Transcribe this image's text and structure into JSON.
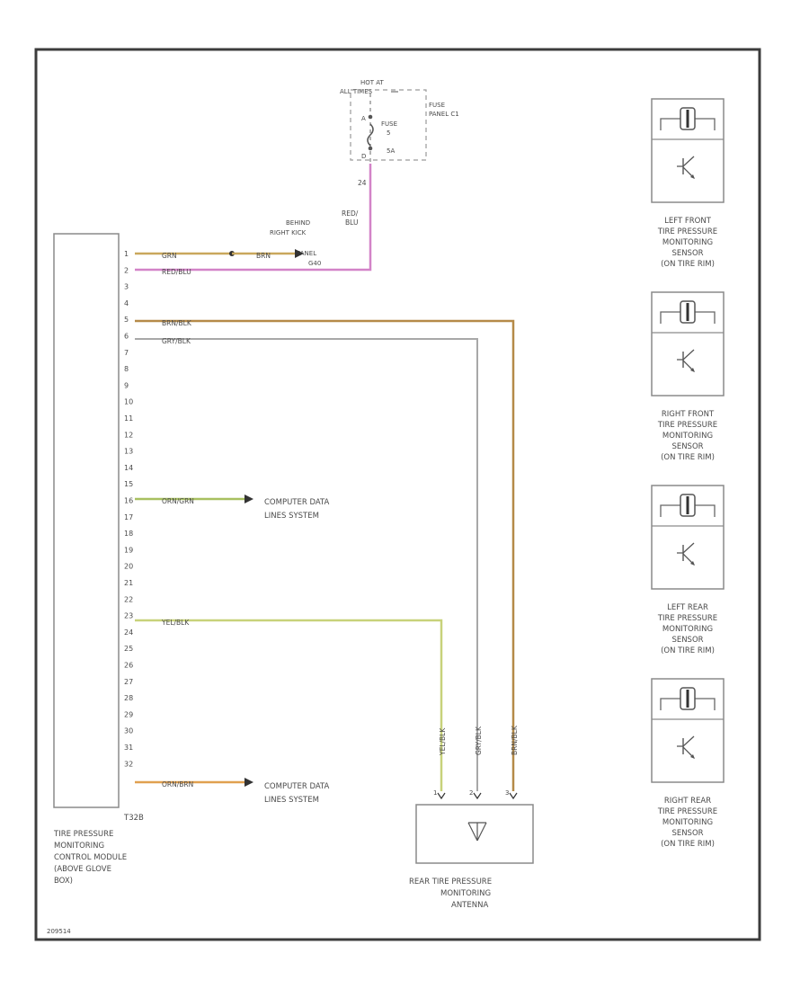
{
  "colors": {
    "frame": "#3c3c3c",
    "box": "#8a8a8a",
    "dashed": "#9a9a9a",
    "wire_grn": "#c9a85c",
    "wire_red_blu": "#d383c8",
    "wire_brn_blk": "#b58a48",
    "wire_gry_blk": "#a8a8a8",
    "wire_orn_grn": "#a8c060",
    "wire_yel_blk": "#c8d27a",
    "wire_orn_brn": "#e0a050"
  },
  "power": {
    "hot_line1": "HOT AT",
    "hot_line2": "ALL TIMES",
    "fuse_panel_line1": "FUSE",
    "fuse_panel_line2": "PANEL C1",
    "fuse_label": "FUSE",
    "fuse_number": "5",
    "fuse_amps": "5A",
    "pin_top": "A",
    "pin_bottom": "D",
    "wire_pin": "24",
    "wire_color_line1": "RED/",
    "wire_color_line2": "BLU"
  },
  "splice": {
    "line1": "BEHIND",
    "line2": "RIGHT KICK",
    "line3": "PANEL",
    "line4": "G40"
  },
  "module": {
    "connector": "T32B",
    "name_line1": "TIRE PRESSURE",
    "name_line2": "MONITORING",
    "name_line3": "CONTROL MODULE",
    "name_line4": "(ABOVE GLOVE",
    "name_line5": "BOX)",
    "pins": [
      "1",
      "2",
      "3",
      "4",
      "5",
      "6",
      "7",
      "8",
      "9",
      "10",
      "11",
      "12",
      "13",
      "14",
      "15",
      "16",
      "17",
      "18",
      "19",
      "20",
      "21",
      "22",
      "23",
      "24",
      "25",
      "26",
      "27",
      "28",
      "29",
      "30",
      "31",
      "32"
    ]
  },
  "wires": {
    "grn": "GRN",
    "brn": "BRN",
    "red_blu": "RED/BLU",
    "brn_blk": "BRN/BLK",
    "gry_blk": "GRY/BLK",
    "orn_grn": "ORN/GRN",
    "yel_blk": "YEL/BLK",
    "orn_brn": "ORN/BRN"
  },
  "computer_data_1": {
    "line1": "COMPUTER DATA",
    "line2": "LINES SYSTEM"
  },
  "computer_data_2": {
    "line1": "COMPUTER DATA",
    "line2": "LINES SYSTEM"
  },
  "antenna": {
    "name_line1": "REAR TIRE PRESSURE",
    "name_line2": "MONITORING",
    "name_line3": "ANTENNA",
    "pin1": "1",
    "pin2": "2",
    "pin3": "3",
    "wire1": "YEL/BLK",
    "wire2": "GRY/BLK",
    "wire3": "BRN/BLK"
  },
  "sensors": [
    {
      "line1": "LEFT FRONT",
      "line2": "TIRE PRESSURE",
      "line3": "MONITORING",
      "line4": "SENSOR",
      "line5": "(ON TIRE RIM)"
    },
    {
      "line1": "RIGHT FRONT",
      "line2": "TIRE PRESSURE",
      "line3": "MONITORING",
      "line4": "SENSOR",
      "line5": "(ON TIRE RIM)"
    },
    {
      "line1": "LEFT REAR",
      "line2": "TIRE PRESSURE",
      "line3": "MONITORING",
      "line4": "SENSOR",
      "line5": "(ON TIRE RIM)"
    },
    {
      "line1": "RIGHT REAR",
      "line2": "TIRE PRESSURE",
      "line3": "MONITORING",
      "line4": "SENSOR",
      "line5": "(ON TIRE RIM)"
    }
  ],
  "figure_id": "209514"
}
